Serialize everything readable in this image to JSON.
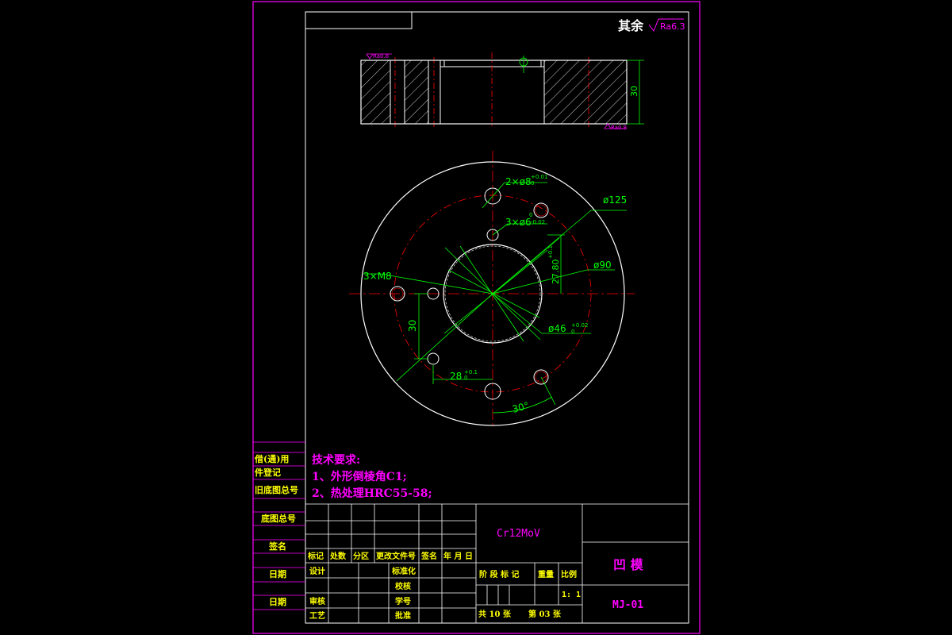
{
  "colors": {
    "background": "#000000",
    "frame": "#ff00ff",
    "outline": "#ffffff",
    "dimension": "#00ff00",
    "centerline": "#ff0000",
    "title_text": "#ff00ff",
    "table_text": "#ffff00"
  },
  "surface_note": {
    "label": "其余",
    "roughness": "Ra6.3"
  },
  "section_view": {
    "roughness_top": "Ra0.8",
    "roughness_bottom": "Ra0.8",
    "height_dim": "30"
  },
  "plan_view": {
    "dims": {
      "holes_8": "2×ø8",
      "holes_8_tol": "+0.01",
      "holes_8_tol_low": "0",
      "holes_6": "3×ø6",
      "holes_6_tol": "0",
      "holes_6_tol_low": "-0.02",
      "outer_dia": "ø125",
      "pcd": "ø90",
      "bore": "ø46",
      "bore_tol": "+0.02",
      "bore_tol_low": "0",
      "radius_27": "27.80",
      "radius_27_tol": "+0.1",
      "thread": "3×M8",
      "vertical_30": "30",
      "horizontal_28": "28",
      "horizontal_28_tol": "+0.1",
      "horizontal_28_tol_low": "0",
      "angle": "30°"
    }
  },
  "tech_requirements": {
    "title": "技术要求:",
    "items": [
      "1、外形倒棱角C1;",
      "2、热处理HRC55-58;"
    ]
  },
  "side_labels": [
    "借(通)用",
    "件登记",
    "旧底图总号",
    "底图总号",
    "签名",
    "日期",
    "日期"
  ],
  "title_block": {
    "material": "Cr12MoV",
    "part_name": "凹 模",
    "drawing_no": "MJ-01",
    "rev_headers": [
      "标记",
      "处数",
      "分区",
      "更改文件号",
      "签名",
      "年 月 日"
    ],
    "rows": {
      "design": "设计",
      "standardize": "标准化",
      "check": "校核",
      "review": "审核",
      "craft": "工艺",
      "approve": "批准",
      "process": "学号"
    },
    "stage_headers": [
      "阶 段 标 记",
      "重量",
      "比例"
    ],
    "scale": "1: 1",
    "sheet_total": "共 10 张",
    "sheet_no": "第 03 张"
  }
}
